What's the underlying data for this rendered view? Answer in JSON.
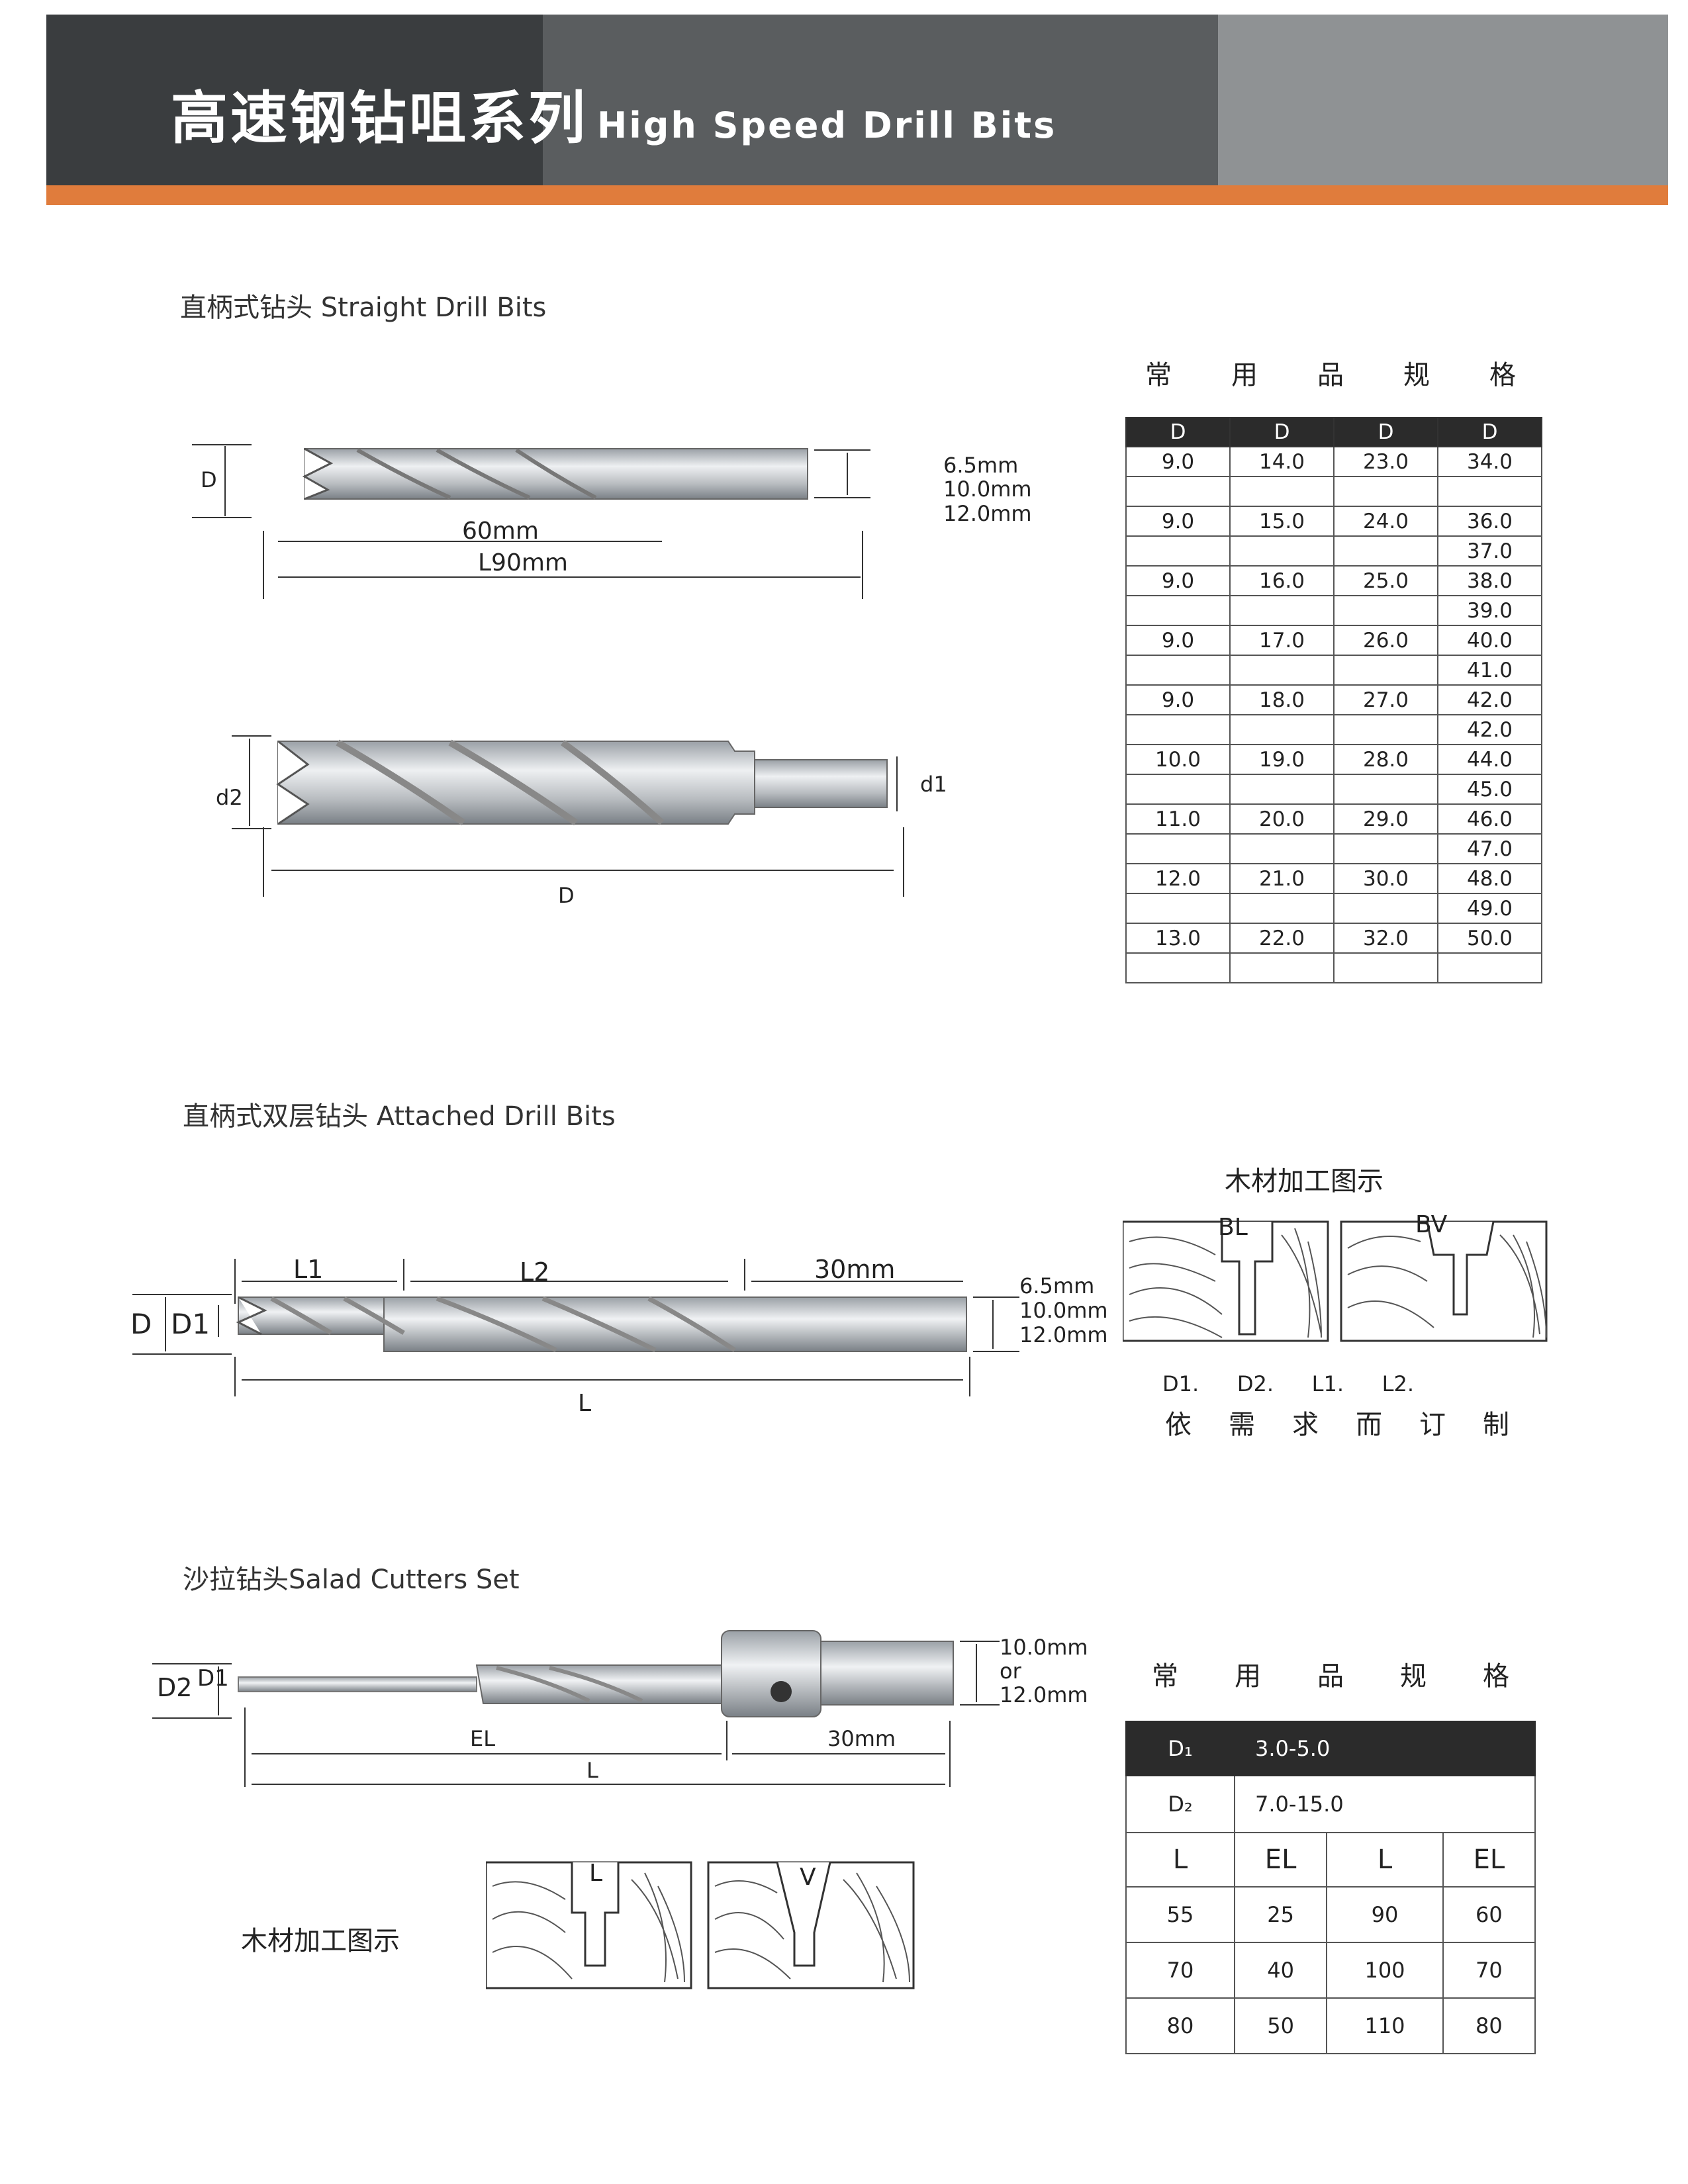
{
  "header": {
    "title_cn": "高速钢钻咀系列",
    "title_en": "High Speed Drill Bits"
  },
  "straight": {
    "title": "直柄式钻头  Straight Drill Bits",
    "dim_d": "D",
    "len_60": "60mm",
    "len_90": "L90mm",
    "shank_sizes": [
      "6.5mm",
      "10.0mm",
      "12.0mm"
    ],
    "d2": "d2",
    "d1": "d1",
    "bottom_d": "D"
  },
  "spec_title": [
    "常",
    "用",
    "品",
    "规",
    "格"
  ],
  "spec_table": {
    "headers": [
      "D",
      "D",
      "D",
      "D"
    ],
    "rows": [
      [
        "9.0",
        "14.0",
        "23.0",
        "34.0"
      ],
      [
        "",
        "",
        "",
        ""
      ],
      [
        "9.0",
        "15.0",
        "24.0",
        "36.0"
      ],
      [
        "",
        "",
        "",
        "37.0"
      ],
      [
        "9.0",
        "16.0",
        "25.0",
        "38.0"
      ],
      [
        "",
        "",
        "",
        "39.0"
      ],
      [
        "9.0",
        "17.0",
        "26.0",
        "40.0"
      ],
      [
        "",
        "",
        "",
        "41.0"
      ],
      [
        "9.0",
        "18.0",
        "27.0",
        "42.0"
      ],
      [
        "",
        "",
        "",
        "42.0"
      ],
      [
        "10.0",
        "19.0",
        "28.0",
        "44.0"
      ],
      [
        "",
        "",
        "",
        "45.0"
      ],
      [
        "11.0",
        "20.0",
        "29.0",
        "46.0"
      ],
      [
        "",
        "",
        "",
        "47.0"
      ],
      [
        "12.0",
        "21.0",
        "30.0",
        "48.0"
      ],
      [
        "",
        "",
        "",
        "49.0"
      ],
      [
        "13.0",
        "22.0",
        "32.0",
        "50.0"
      ],
      [
        "",
        "",
        "",
        ""
      ]
    ]
  },
  "attached": {
    "title": "直柄式双层钻头 Attached Drill Bits",
    "l1": "L1",
    "l2": "L2",
    "shank_len": "30mm",
    "d": "D",
    "d1": "D1",
    "l": "L",
    "shank_sizes": [
      "6.5mm",
      "10.0mm",
      "12.0mm"
    ]
  },
  "wood_demo": {
    "title": "木材加工图示",
    "bl": "BL",
    "bv": "BV",
    "params": [
      "D1.",
      "D2.",
      "L1.",
      "L2."
    ],
    "custom": [
      "依",
      "需",
      "求",
      "而",
      "订",
      "制"
    ]
  },
  "salad": {
    "title": "沙拉钻头Salad Cutters Set",
    "d2": "D2",
    "d1": "D1",
    "el": "EL",
    "l": "L",
    "shank_len": "30mm",
    "shank_sizes": [
      "10.0mm",
      "or",
      "12.0mm"
    ],
    "wood_title": "木材加工图示",
    "wood_l": "L",
    "wood_v": "V"
  },
  "salad_spec_title": [
    "常",
    "用",
    "品",
    "规",
    "格"
  ],
  "salad_table": {
    "d1_label": "D₁",
    "d1_value": "3.0-5.0",
    "d2_label": "D₂",
    "d2_value": "7.0-15.0",
    "headers": [
      "L",
      "EL",
      "L",
      "EL"
    ],
    "rows": [
      [
        "55",
        "25",
        "90",
        "60"
      ],
      [
        "70",
        "40",
        "100",
        "70"
      ],
      [
        "80",
        "50",
        "110",
        "80"
      ]
    ]
  },
  "colors": {
    "header_dark": "#3a3d3f",
    "header_mid": "#5a5d5f",
    "header_light": "#8f9294",
    "stripe": "#e07c3c"
  }
}
